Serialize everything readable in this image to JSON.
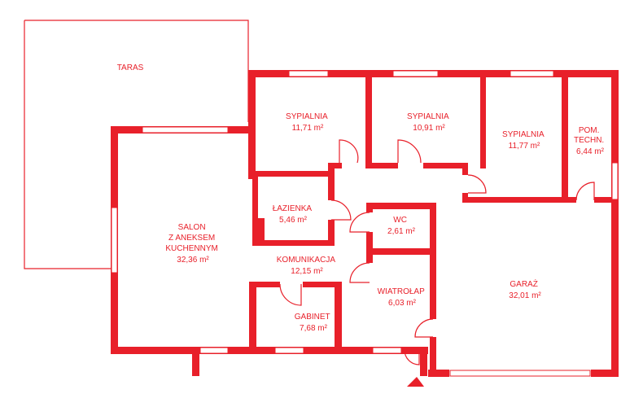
{
  "plan": {
    "terrace": {
      "name": "TARAS"
    },
    "rooms": [
      {
        "id": "sypialnia-1",
        "lines": [
          "SYPIALNIA",
          "11,71 m²"
        ]
      },
      {
        "id": "sypialnia-2",
        "lines": [
          "SYPIALNIA",
          "10,91 m²"
        ]
      },
      {
        "id": "sypialnia-3",
        "lines": [
          "SYPIALNIA",
          "11,77 m²"
        ]
      },
      {
        "id": "pom-techn",
        "lines": [
          "POM.",
          "TECHN.",
          "6,44 m²"
        ]
      },
      {
        "id": "lazienka",
        "lines": [
          "ŁAZIENKA",
          "5,46 m²"
        ]
      },
      {
        "id": "wc",
        "lines": [
          "WC",
          "2,61 m²"
        ]
      },
      {
        "id": "salon",
        "lines": [
          "SALON",
          "Z ANEKSEM",
          "KUCHENNYM",
          "32,36 m²"
        ]
      },
      {
        "id": "komunikacja",
        "lines": [
          "KOMUNIKACJA",
          "12,15 m²"
        ]
      },
      {
        "id": "garaz",
        "lines": [
          "GARAŻ",
          "32,01 m²"
        ]
      },
      {
        "id": "wiatrolap",
        "lines": [
          "WIATROŁAP",
          "6,03 m²"
        ]
      },
      {
        "id": "gabinet",
        "lines": [
          "GABINET",
          "7,68 m²"
        ]
      }
    ],
    "colors": {
      "walls": "#e8202a",
      "background": "#ffffff"
    },
    "entrance_icon": "triangle-up-icon"
  }
}
